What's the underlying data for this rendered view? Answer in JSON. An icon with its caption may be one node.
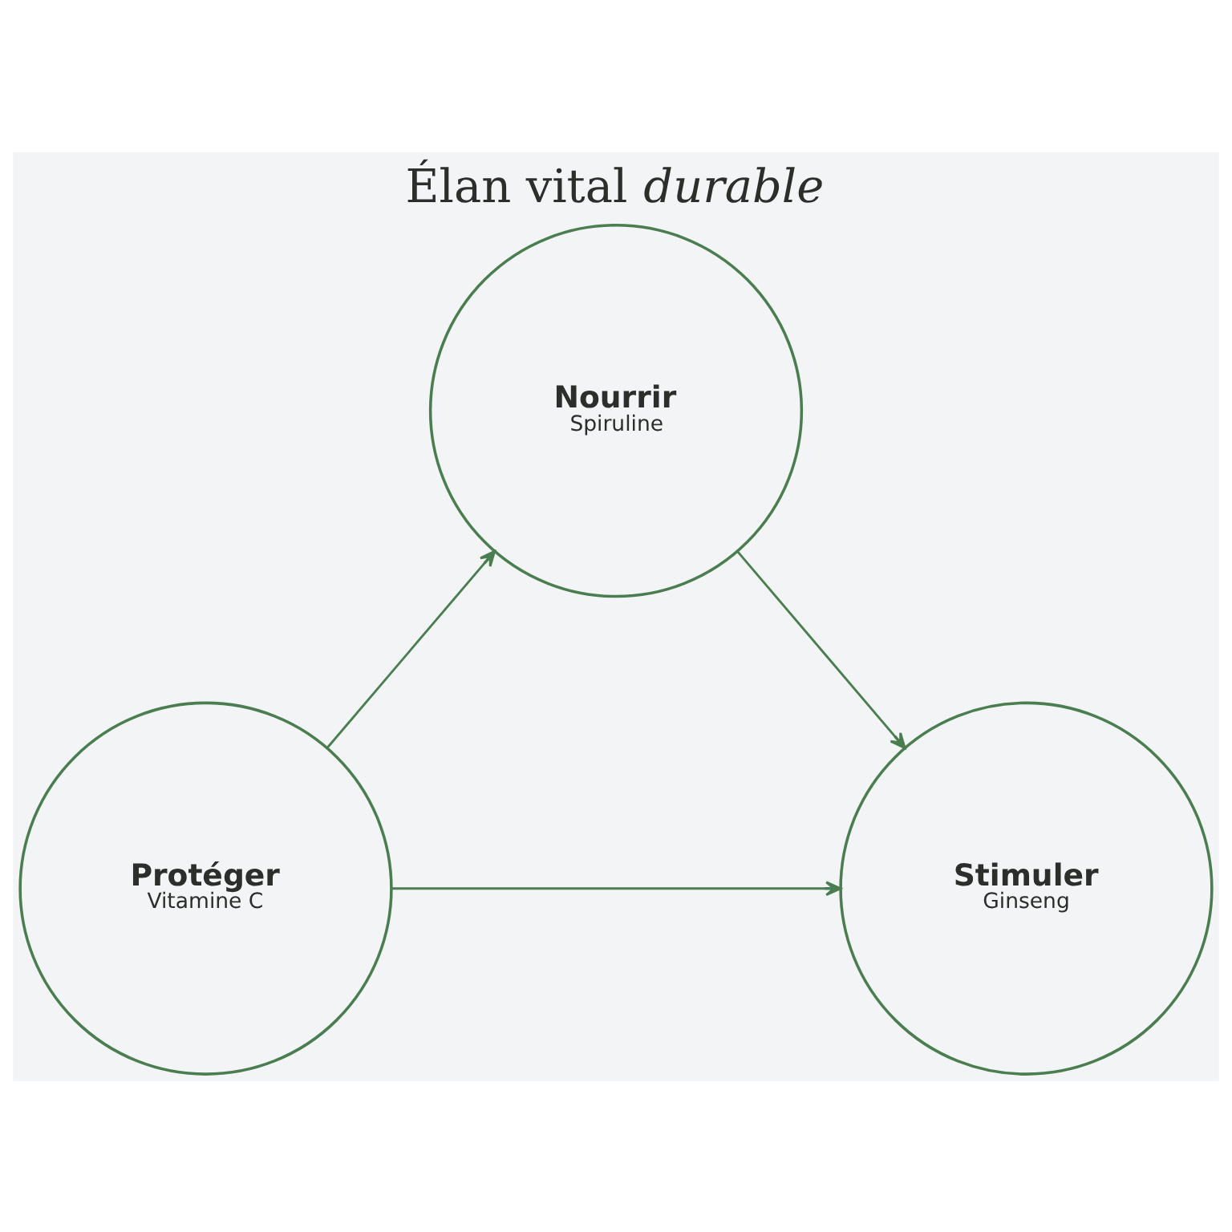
{
  "diagram": {
    "title": "Élan vital *durable*",
    "nodes": [
      {
        "text": [
          "Nourrir",
          "Spiruline"
        ]
      },
      {
        "text": [
          "Protéger",
          "Vitamine C"
        ]
      },
      {
        "text": [
          "Stimuler",
          "Ginseng"
        ]
      }
    ],
    "edges": [
      {
        "from": 1,
        "to": 0,
        "arrow": "to"
      },
      {
        "from": 0,
        "to": 2,
        "arrow": "to"
      },
      {
        "from": 1,
        "to": 2,
        "arrow": "to"
      }
    ]
  }
}
